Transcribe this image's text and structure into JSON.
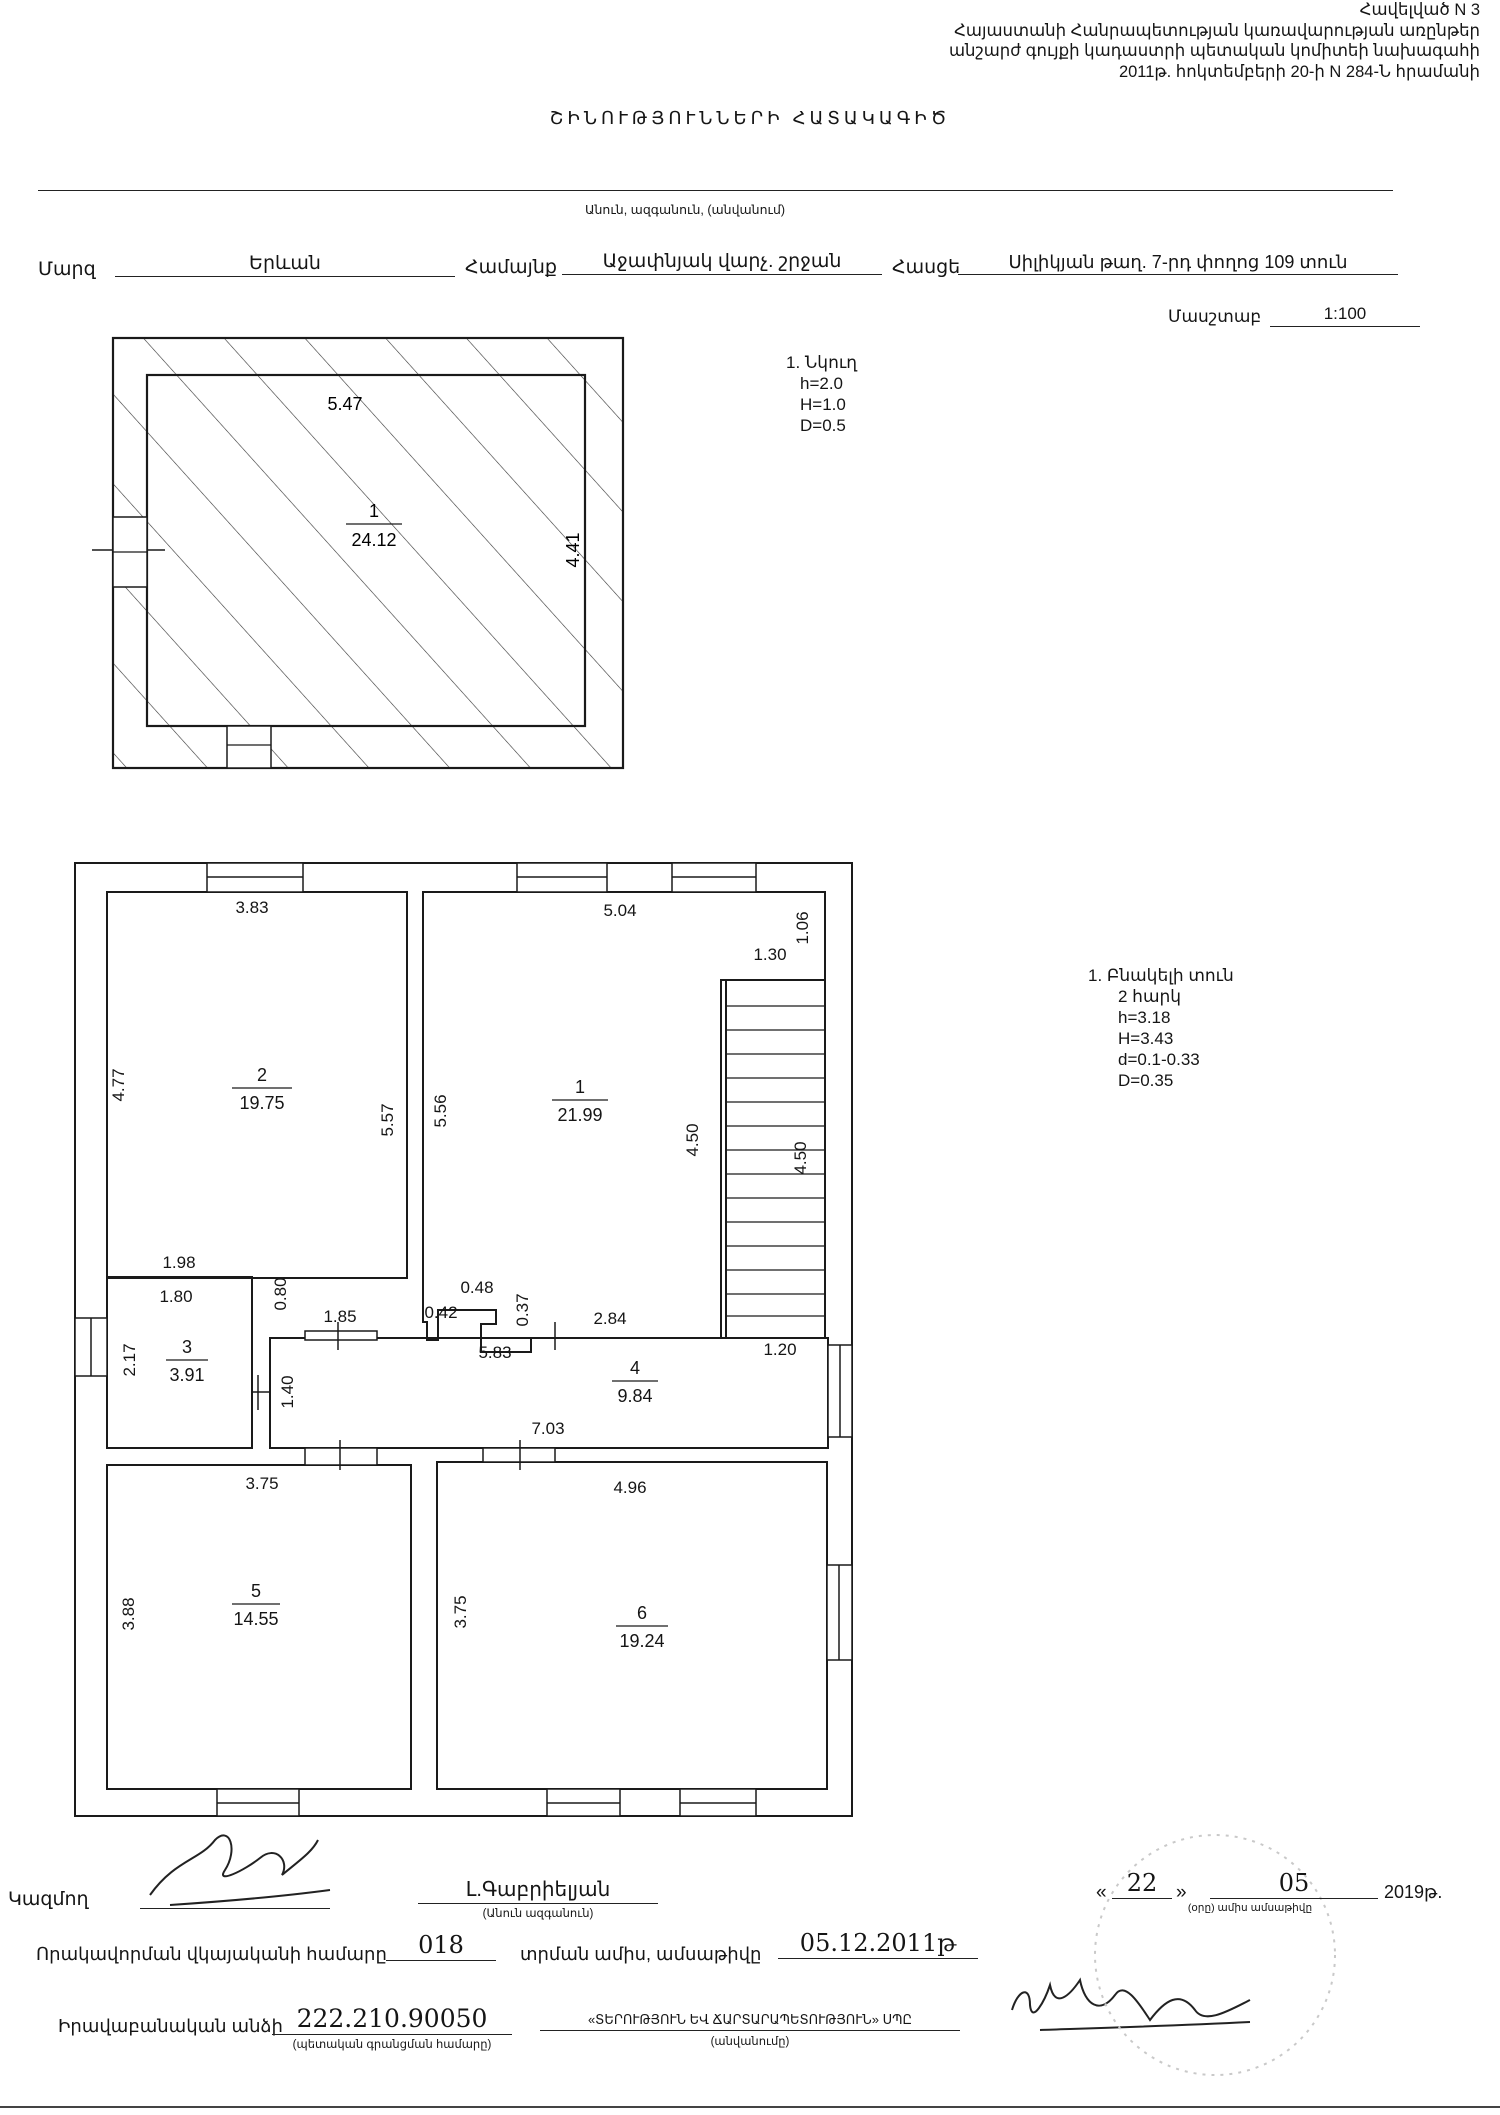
{
  "header": {
    "lines": [
      "Հավելված N 3",
      "Հայաստանի Հանրապետության կառավարության առընթեր",
      "անշարժ գույքի կադաստրի պետական կոմիտեի նախագահի",
      "2011թ. հոկտեմբերի 20-ի N 284-Ն հրամանի"
    ]
  },
  "title": "ՇԻՆՈՒԹՅՈՒՆՆԵՐԻ ՀԱՏԱԿԱԳԻԾ",
  "top_rule_caption": "Անուն, ազգանուն, (անվանում)",
  "address": {
    "marz_label": "Մարզ",
    "marz_value": "Երևան",
    "community_label": "Համայնք",
    "community_value": "Աջափնյակ վարչ. շրջան",
    "address_label": "Հասցե",
    "address_value": "Սիլիկյան թաղ. 7-րդ փողոց 109 տուն",
    "scale_label": "Մասշտաբ",
    "scale_value": "1:100"
  },
  "cellar": {
    "notes": [
      "1. Նկուղ",
      "h=2.0",
      "H=1.0",
      "D=0.5"
    ],
    "dims": {
      "width": "5.47",
      "depth": "4.41"
    },
    "room": {
      "number": "1",
      "area": "24.12"
    }
  },
  "house": {
    "notes": [
      "1. Բնակելի տուն",
      "2 հարկ",
      "h=3.18",
      "H=3.43",
      "d=0.1-0.33",
      "D=0.35"
    ],
    "rooms": [
      {
        "number": "1",
        "area": "21.99"
      },
      {
        "number": "2",
        "area": "19.75"
      },
      {
        "number": "3",
        "area": "3.91"
      },
      {
        "number": "4",
        "area": "9.84"
      },
      {
        "number": "5",
        "area": "14.55"
      },
      {
        "number": "6",
        "area": "19.24"
      }
    ],
    "dims": {
      "r2_width": "3.83",
      "r2_left": "4.77",
      "r2_right": "5.57",
      "r1_width": "5.04",
      "r1_corner_v": "1.06",
      "r1_corner_h": "1.30",
      "r1_left": "5.56",
      "stair_left": "4.50",
      "stair_right": "4.50",
      "r2_bottom": "1.98",
      "r3_top": "1.80",
      "r3_notch": "0.80",
      "hall_seg1": "1.85",
      "hall_seg2": "0.48",
      "hall_seg3": "0.42",
      "hall_seg4": "0.37",
      "hall_seg5": "2.84",
      "hall_total": "5.83",
      "stair_bottom": "1.20",
      "r3_left": "2.17",
      "r3_right": "1.40",
      "hall_bottom": "7.03",
      "r5_width": "3.75",
      "r6_width": "4.96",
      "r5_left": "3.88",
      "r6_left": "3.75"
    }
  },
  "signatures": {
    "preparer_label": "Կազմող",
    "preparer_name": "Լ.Գաբրիելյան",
    "preparer_caption": "(Անուն ազգանուն)",
    "license_label": "Որակավորման վկայականի համարը",
    "license_number": "018",
    "license_date_label": "տրման ամիս, ամսաթիվը",
    "license_date": "05.12.2011թ",
    "tin_label": "Իրավաբանական անձի",
    "tin_value": "222.210.90050",
    "tin_caption": "(պետական գրանցման համարը)",
    "org_name": "«ՏԵՐՈՒԹՅՈՒՆ ԵՎ ՃԱՐՏԱՐԱՊԵՏՈՒԹՅՈՒՆ» ՍՊԸ",
    "org_caption": "(անվանումը)",
    "date_day": "22",
    "date_month": "05",
    "date_year": "2019թ.",
    "date_caption": "(օրը)       ամիս    ամսաթիվը"
  }
}
